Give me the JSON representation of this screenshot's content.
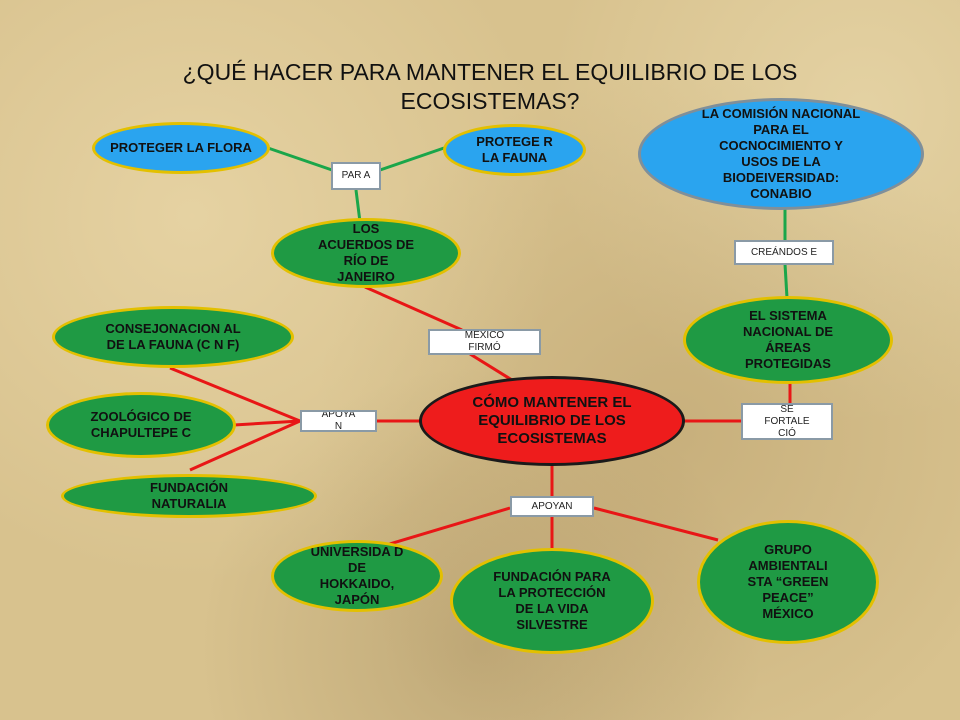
{
  "title": "¿QUÉ HACER PARA MANTENER EL EQUILIBRIO DE LOS ECOSISTEMAS?",
  "nodes": {
    "center": "CÓMO MANTENER EL EQUILIBRIO DE LOS ECOSISTEMAS",
    "flora": "PROTEGER LA FLORA",
    "fauna": "PROTEGE R LA FAUNA",
    "rio": "LOS ACUERDOS DE RÍO DE JANEIRO",
    "cnf": "CONSEJONACION AL DE LA FAUNA (C N F)",
    "zoo": "ZOOLÓGICO DE CHAPULTEPE C",
    "naturalia": "FUNDACIÓN NATURALIA",
    "hokkaido": "UNIVERSIDA D DE HOKKAIDO, JAPÓN",
    "vida": "FUNDACIÓN PARA LA PROTECCIÓN DE LA VIDA SILVESTRE",
    "green": "GRUPO AMBIENTALI STA “GREEN PEACE” MÉXICO",
    "areas": "EL SISTEMA NACIONAL DE ÁREAS PROTEGIDAS",
    "conabio": "LA COMISIÓN NACIONAL PARA EL COCNOCIMIENTO Y USOS DE LA BIODEIVERSIDAD: CONABIO"
  },
  "connectors": {
    "para": "PAR A",
    "mexico": "MÉXICO FIRMÓ",
    "apoyan_left": "APOYA N",
    "apoyan_bottom": "APOYAN",
    "fortalecio": "SE FORTALE CIÓ",
    "creandose": "CREÁNDOS E"
  },
  "colors": {
    "green_node": "#1f9a44",
    "blue_node": "#2aa4ef",
    "red_node": "#ee1c1c",
    "node_border": "#e3c000",
    "red_line": "#e81616",
    "green_line": "#1aa64a"
  }
}
